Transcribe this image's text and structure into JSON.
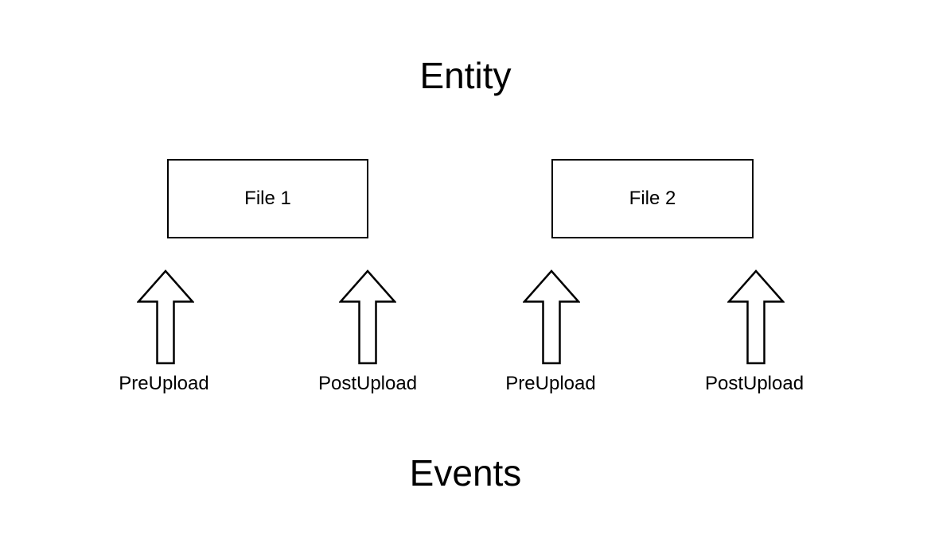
{
  "page": {
    "background_color": "#ffffff",
    "foreground_color": "#000000"
  },
  "diagram": {
    "top_title": "Entity",
    "bottom_title": "Events",
    "icons": {
      "arrow": "up-arrow-icon"
    },
    "files": [
      {
        "label": "File 1",
        "events": [
          "PreUpload",
          "PostUpload"
        ]
      },
      {
        "label": "File 2",
        "events": [
          "PreUpload",
          "PostUpload"
        ]
      }
    ]
  }
}
